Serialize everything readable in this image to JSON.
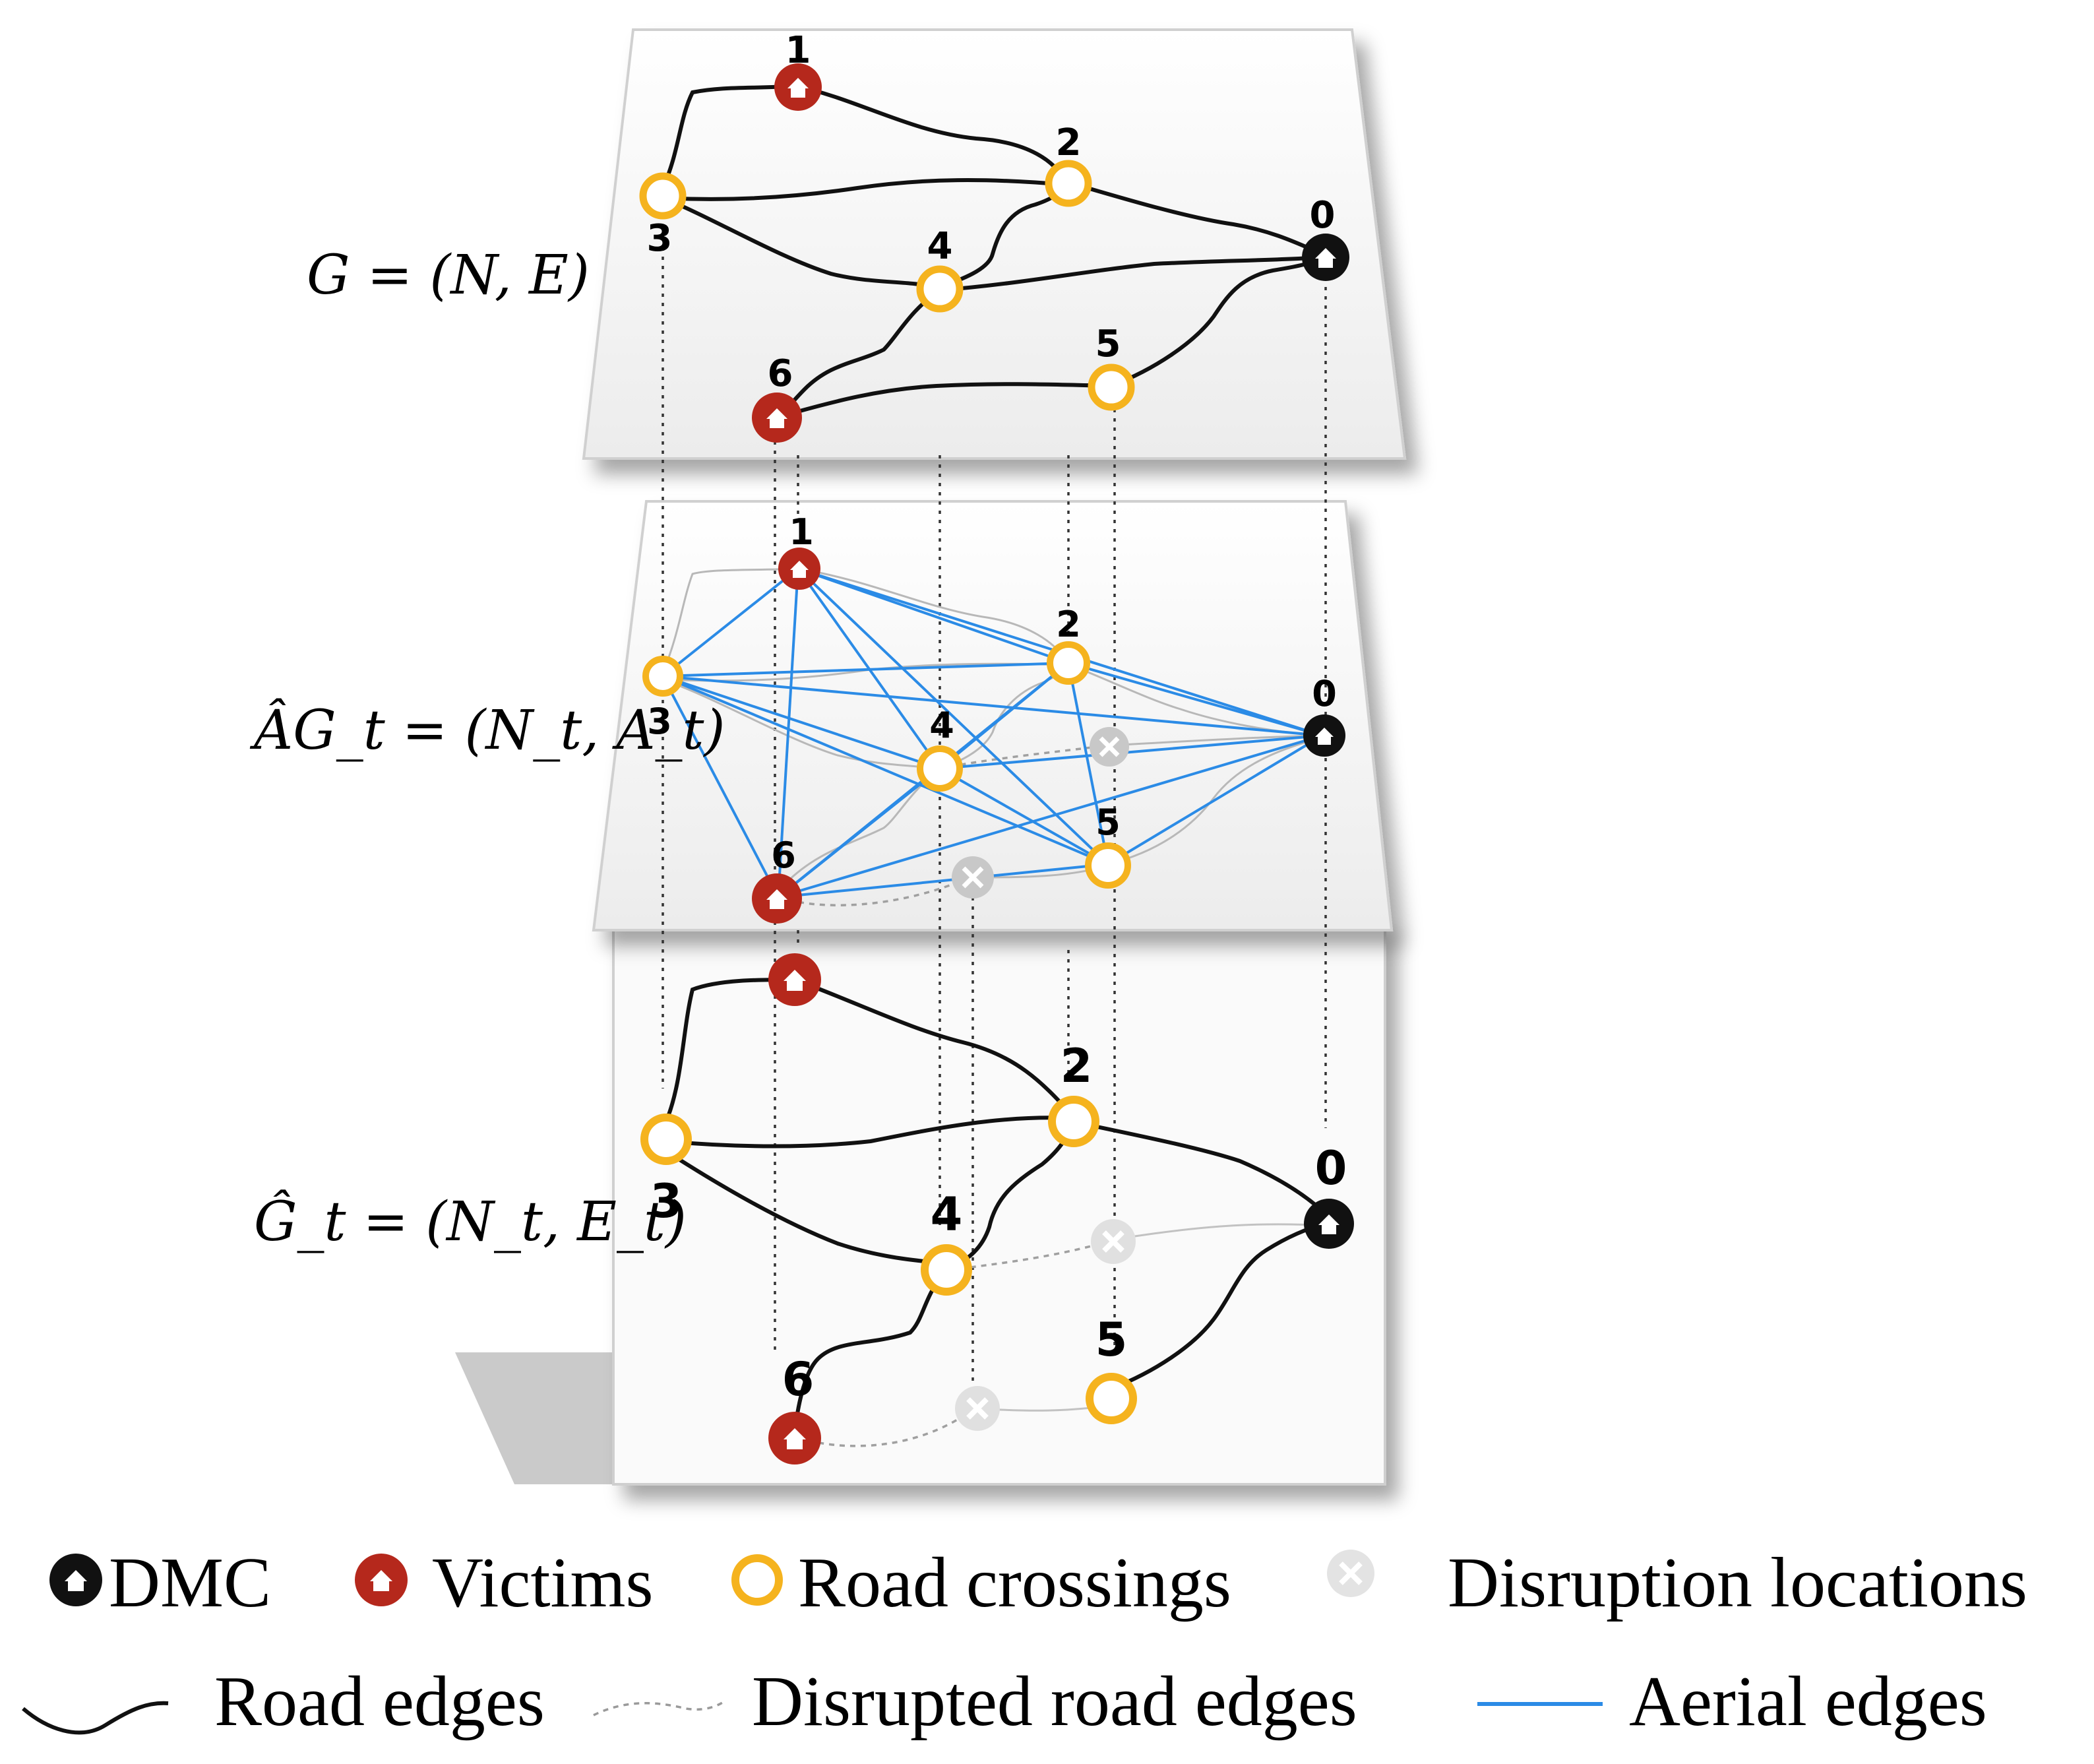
{
  "equations": {
    "top": "G = (N, E)",
    "middle": "ÂG_t = (N_t, A_t)",
    "bottom": "Ĝ_t = (N_t, E_t)"
  },
  "node_labels": {
    "n0": "0",
    "n1": "1",
    "n2": "2",
    "n3": "3",
    "n4": "4",
    "n5": "5",
    "n6": "6"
  },
  "legend": {
    "dmc": "DMC",
    "victims": "Victims",
    "road_crossings": "Road crossings",
    "disruption_locations": "Disruption locations",
    "road_edges": "Road edges",
    "disrupted_road_edges": "Disrupted road edges",
    "aerial_edges": "Aerial edges"
  },
  "colors": {
    "dmc": "#111111",
    "victim": "#b5281c",
    "crossing": "#f5b31e",
    "disruption": "#c8c8c8",
    "road_edge": "#111111",
    "disrupted_edge": "#9a9a9a",
    "aerial_edge": "#2b8be6",
    "plane": "#f4f4f4"
  },
  "icons": {
    "dmc": "house-icon",
    "victim": "house-icon",
    "crossing": "ring-icon",
    "disruption": "cross-icon"
  }
}
